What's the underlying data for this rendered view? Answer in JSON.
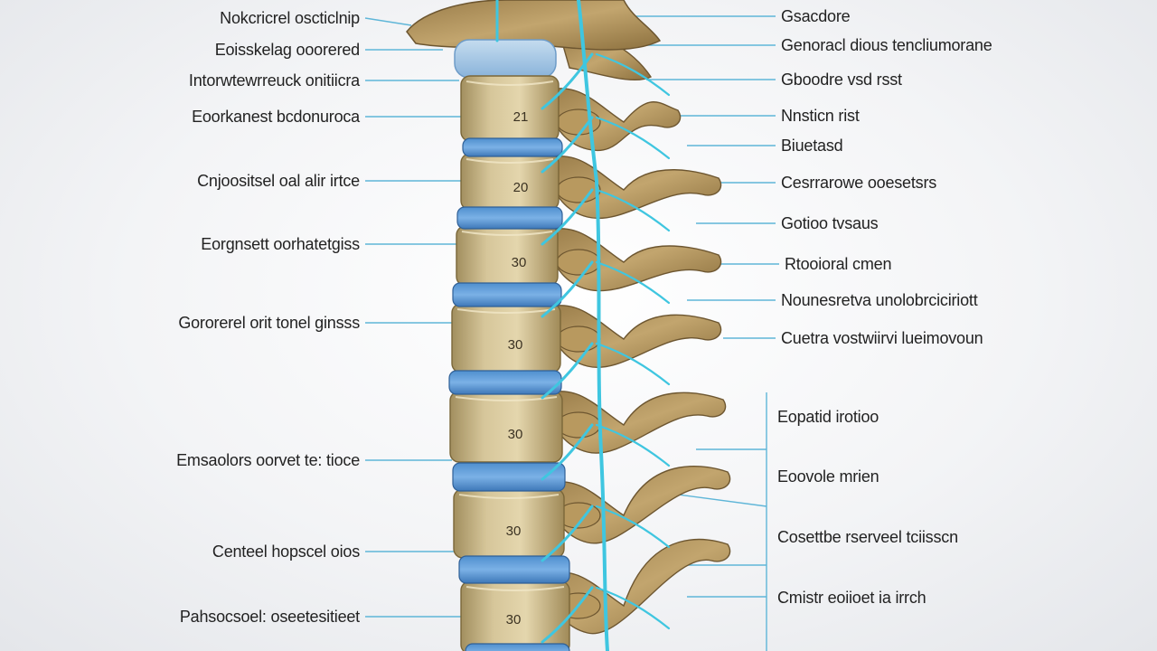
{
  "labels_left": [
    "Nokcricrel oscticlnip",
    "Eoisskelag ooorered",
    "Intorwtewrreuck onitiicra",
    "Eoorkanest bcdonuroca",
    "Cnjoositsel oal alir irtce",
    "Eorgnsett oorhatetgiss",
    "Gororerel orit tonel ginsss",
    "Emsaolors oorvet te: tioce",
    "Centeel hopscel oios",
    "Pahsocsoel: oseetesitieet"
  ],
  "labels_right": [
    "Gsacdore",
    "Genoracl dious tencliumorane",
    "Gboodre vsd rsst",
    "Nnsticn rist",
    "Biuetasd",
    "Cesrrarowe ooesetsrs",
    "Gotioo tvsaus",
    "Rtooioral cmen",
    "Nounesretva unolobrciciriott",
    "Cuetra vostwiirvi lueimovoun",
    "Eopatid irotioo",
    "Eoovole mrien",
    "Cosettbe rserveel tciisscn",
    "Cmistr eoiioet ia irrch"
  ],
  "vertebra_numbers": [
    "21",
    "20",
    "30",
    "30",
    "30",
    "30",
    "30"
  ]
}
